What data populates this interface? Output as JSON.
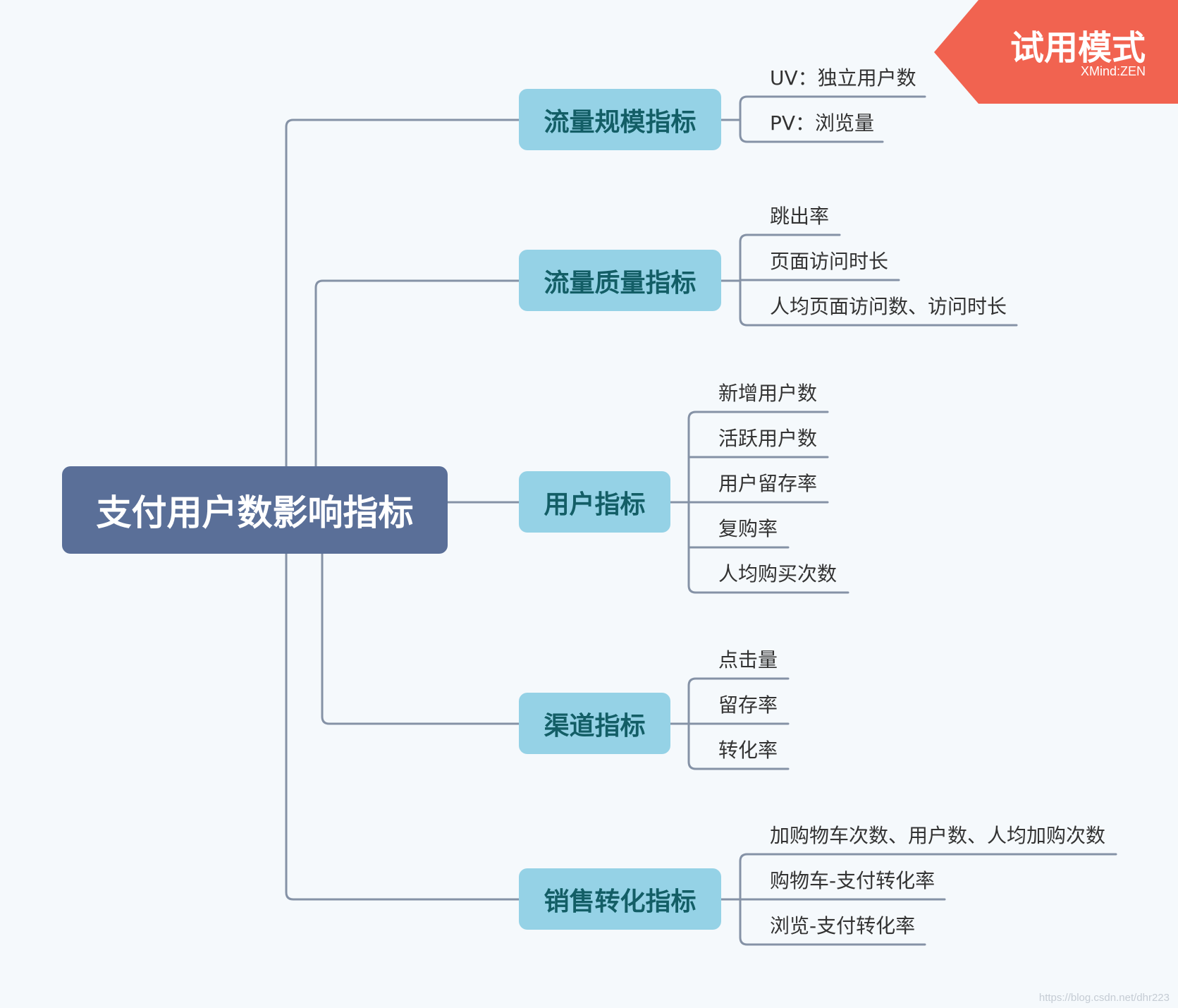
{
  "root": "支付用户数影响指标",
  "branches": [
    {
      "label": "流量规模指标",
      "children": [
        "UV：独立用户数",
        "PV：浏览量"
      ]
    },
    {
      "label": "流量质量指标",
      "children": [
        "跳出率",
        "页面访问时长",
        "人均页面访问数、访问时长"
      ]
    },
    {
      "label": "用户指标",
      "children": [
        "新增用户数",
        "活跃用户数",
        "用户留存率",
        "复购率",
        "人均购买次数"
      ]
    },
    {
      "label": "渠道指标",
      "children": [
        "点击量",
        "留存率",
        "转化率"
      ]
    },
    {
      "label": "销售转化指标",
      "children": [
        "加购物车次数、用户数、人均加购次数",
        "购物车-支付转化率",
        "浏览-支付转化率"
      ]
    }
  ],
  "badge": {
    "title": "试用模式",
    "brand": "XMind:ZEN"
  },
  "watermark": "https://blog.csdn.net/dhr223",
  "colors": {
    "background": "#f5f9fc",
    "root_fill": "#5a6f98",
    "topic_fill": "#95d2e6",
    "topic_text": "#135e66",
    "connector": "#8592a6",
    "badge_fill": "#f16350"
  }
}
